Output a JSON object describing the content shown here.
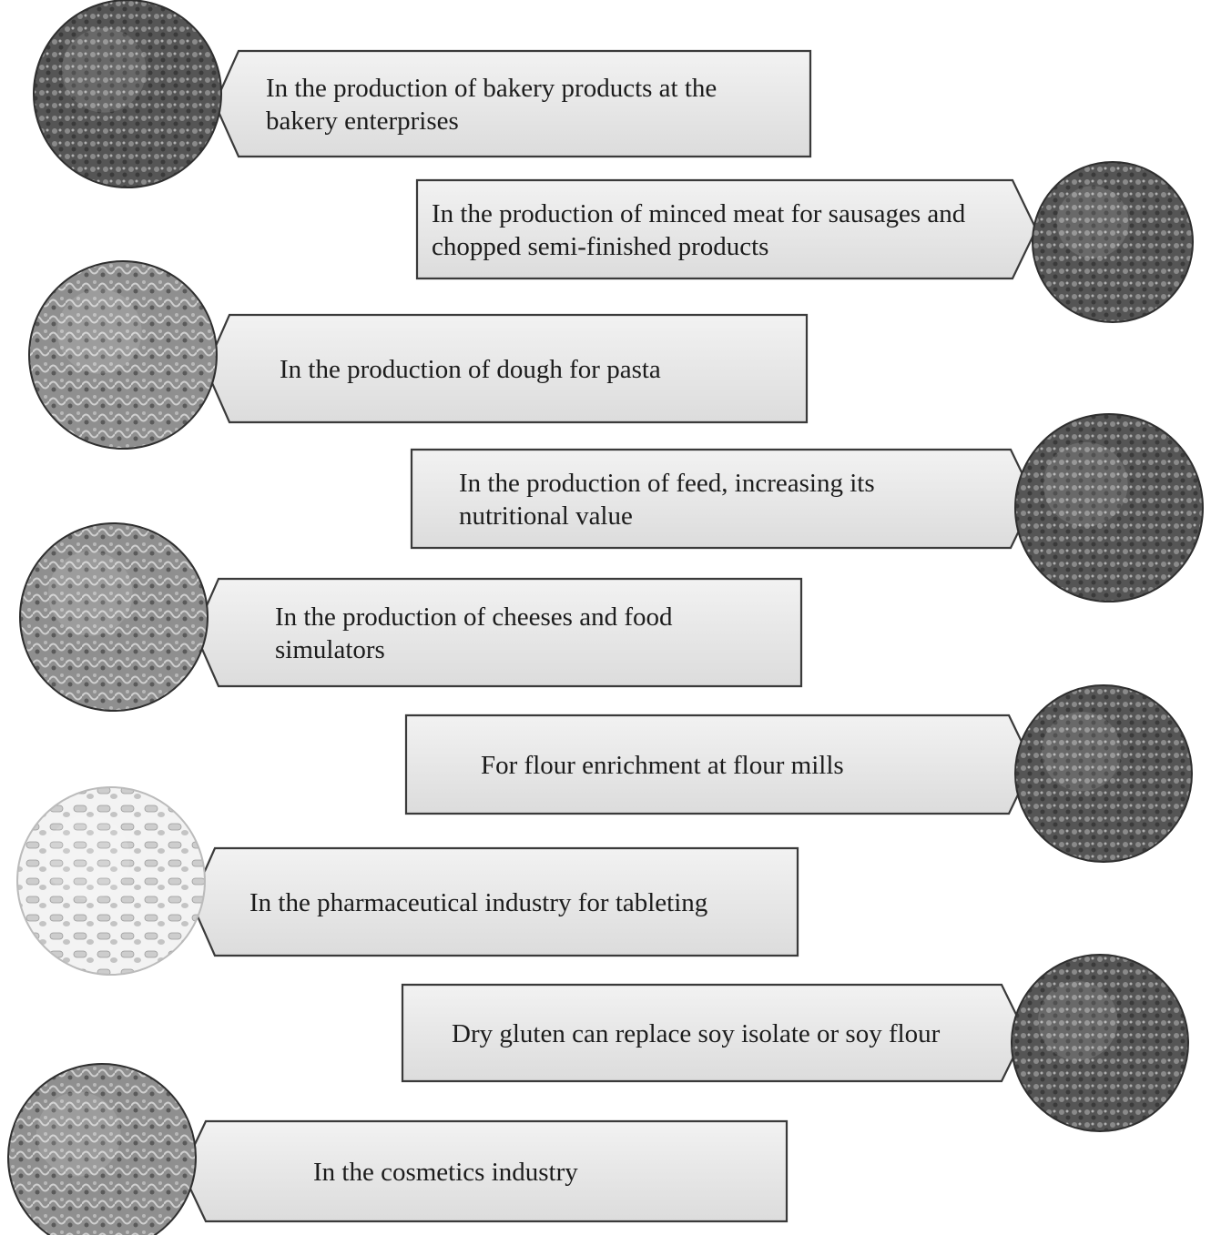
{
  "colors": {
    "box_fill": "#e6e6e6",
    "box_fill_light": "#f0f0f0",
    "box_stroke": "#3a3a3a",
    "text": "#1c1c1c",
    "photo_dark": "#4a4a4a",
    "photo_mid": "#8c8c8c",
    "photo_light": "#d9d9d9"
  },
  "items": [
    {
      "text": "In the production of bakery products at the bakery enterprises",
      "side": "left",
      "photo_icon": "bread-photo-icon",
      "photo_tone": "dark"
    },
    {
      "text": "In the production of minced meat for sausages and chopped semi-finished products",
      "side": "right",
      "photo_icon": "sausage-photo-icon",
      "photo_tone": "dark"
    },
    {
      "text": "In the production of dough for pasta",
      "side": "left",
      "photo_icon": "pasta-photo-icon",
      "photo_tone": "mid"
    },
    {
      "text": "In the production of feed, increasing its nutritional value",
      "side": "right",
      "photo_icon": "feed-pellets-photo-icon",
      "photo_tone": "dark"
    },
    {
      "text": "In the production of cheeses and food simulators",
      "side": "left",
      "photo_icon": "cheese-photo-icon",
      "photo_tone": "mid"
    },
    {
      "text": "For flour enrichment at flour mills",
      "side": "right",
      "photo_icon": "wheat-flour-photo-icon",
      "photo_tone": "dark"
    },
    {
      "text": "In the pharmaceutical industry for tableting",
      "side": "left",
      "photo_icon": "tablets-photo-icon",
      "photo_tone": "light"
    },
    {
      "text": "Dry gluten can replace soy isolate or soy flour",
      "side": "right",
      "photo_icon": "gluten-powder-photo-icon",
      "photo_tone": "dark"
    },
    {
      "text": "In the cosmetics industry",
      "side": "left",
      "photo_icon": "cosmetics-photo-icon",
      "photo_tone": "mid"
    }
  ]
}
